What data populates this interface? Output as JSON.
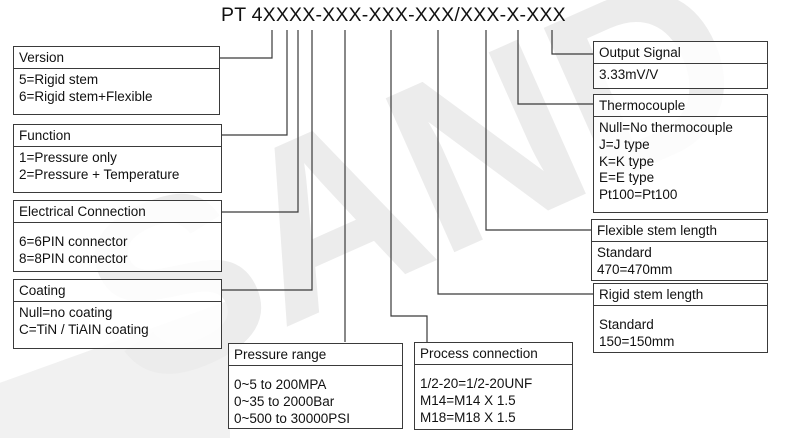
{
  "watermark": {
    "text": "SAND",
    "color": "#ececec"
  },
  "code": {
    "text": "PT 4XXXX-XXX-XXX-XXX/XXX-X-XXX"
  },
  "boxes": {
    "version": {
      "title": "Version",
      "lines": [
        "5=Rigid stem",
        "6=Rigid stem+Flexible"
      ]
    },
    "function": {
      "title": "Function",
      "lines": [
        "1=Pressure only",
        "2=Pressure + Temperature"
      ]
    },
    "electrical": {
      "title": "Electrical Connection",
      "lines": [
        "6=6PIN connector",
        "8=8PIN connector"
      ]
    },
    "coating": {
      "title": "Coating",
      "lines": [
        "Null=no coating",
        "C=TiN / TiAIN coating"
      ]
    },
    "pressure": {
      "title": "Pressure range",
      "lines": [
        "0~5 to 200MPA",
        "0~35 to 2000Bar",
        "0~500 to 30000PSI"
      ]
    },
    "process": {
      "title": "Process connection",
      "lines": [
        "1/2-20=1/2-20UNF",
        "M14=M14 X 1.5",
        "M18=M18 X 1.5"
      ]
    },
    "output": {
      "title": "Output Signal",
      "lines": [
        "3.33mV/V"
      ]
    },
    "thermo": {
      "title": "Thermocouple",
      "lines": [
        "Null=No thermocouple",
        "J=J type",
        "K=K type",
        "E=E type",
        "Pt100=Pt100"
      ]
    },
    "flex": {
      "title": "Flexible stem length",
      "lines": [
        "Standard",
        "470=470mm"
      ]
    },
    "rigid": {
      "title": "Rigid stem length",
      "lines": [
        "Standard",
        "150=150mm"
      ]
    }
  },
  "colors": {
    "line": "#3a3a3a",
    "text": "#111111"
  }
}
